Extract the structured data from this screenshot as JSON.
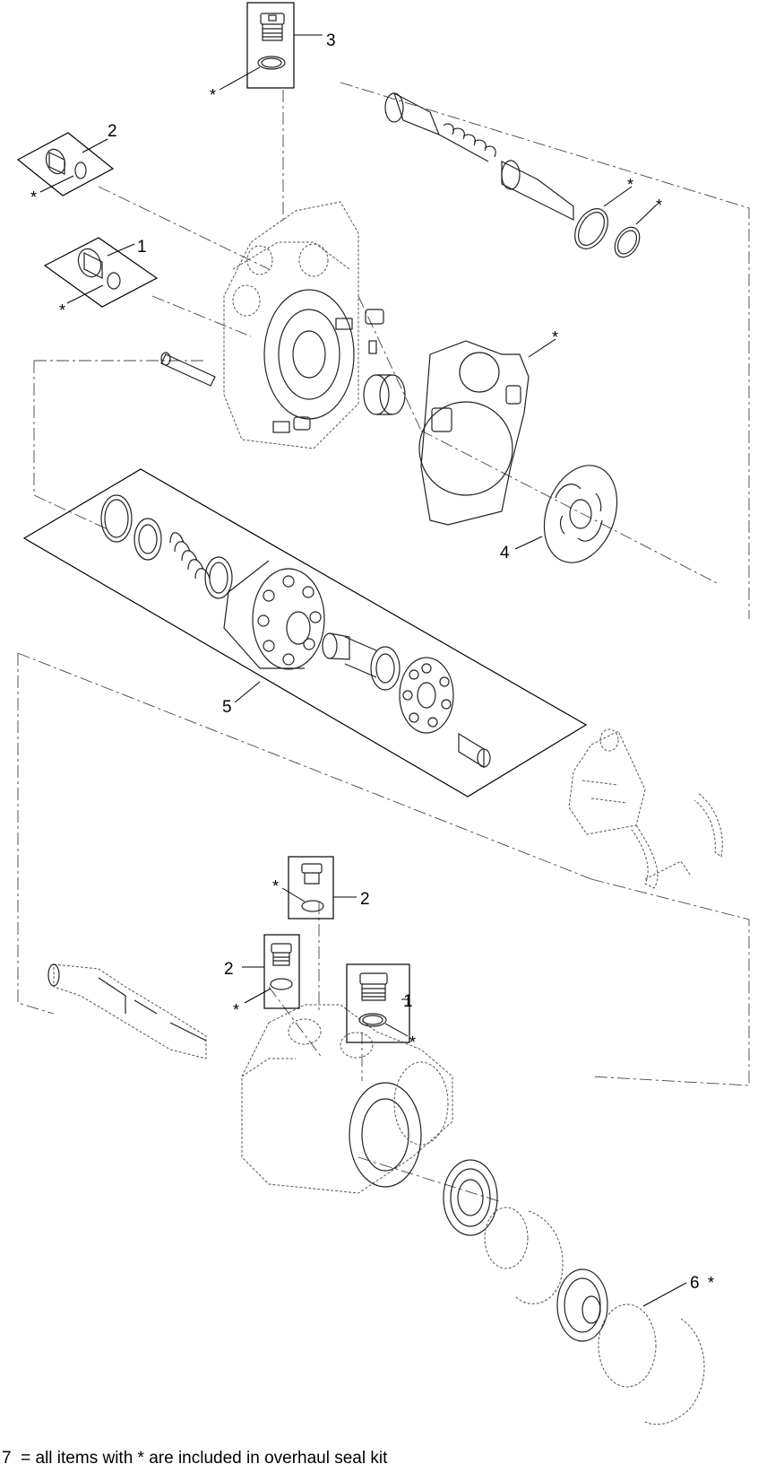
{
  "callouts": {
    "c1_upper": "1",
    "c2_upper": "2",
    "c3": "3",
    "c4": "4",
    "c5": "5",
    "c6": "6",
    "c2_lower_right": "2",
    "c2_lower_left": "2",
    "c1_lower": "1",
    "star": "*"
  },
  "footnote": {
    "number": "7",
    "text": "= all items with * are included in overhaul seal kit"
  },
  "colors": {
    "line": "#222222",
    "background": "#ffffff"
  }
}
